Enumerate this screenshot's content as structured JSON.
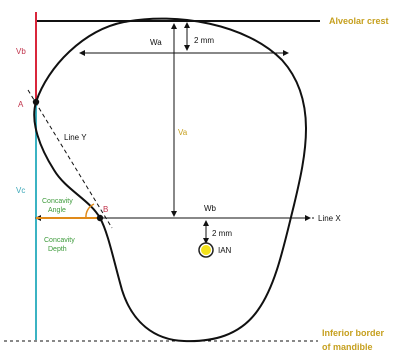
{
  "labels": {
    "alveolar_crest": "Alveolar crest",
    "inferior_border_line1": "Inferior border",
    "inferior_border_line2": "of mandible",
    "vb": "Vb",
    "vc": "Vc",
    "point_a": "A",
    "point_b": "B",
    "wa": "Wa",
    "wb": "Wb",
    "va": "Va",
    "mm_top": "2 mm",
    "mm_bottom": "2 mm",
    "line_y": "Line Y",
    "line_x": "Line X",
    "ian": "IAN",
    "concavity_angle_line1": "Concavity",
    "concavity_angle_line2": "Angle",
    "concavity_depth_line1": "Concavity",
    "concavity_depth_line2": "Depth"
  },
  "colors": {
    "outline": "#111111",
    "vb_line": "#d9263b",
    "vc_line": "#3bb3c3",
    "label_gold": "#c6a01f",
    "label_red": "#c0334b",
    "label_teal": "#3ba7b8",
    "label_green": "#3c9a3a",
    "label_orange": "#e08a1a",
    "ian_fill": "#f3e21c",
    "ian_stroke": "#222222"
  },
  "icons": {
    "ian": "nerve-circle-icon"
  }
}
